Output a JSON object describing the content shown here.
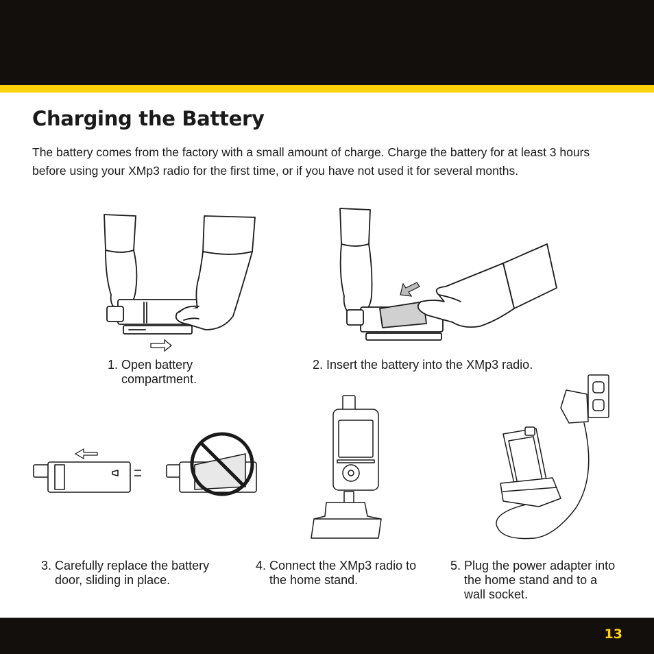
{
  "page": {
    "title": "Charging the Battery",
    "intro": "The battery comes from the factory with a small amount of charge. Charge the battery for at least 3 hours before using your XMp3 radio for the first time, or if you have not used it for several months.",
    "page_number": "13",
    "colors": {
      "band": "#130f0d",
      "accent": "#fcd20a",
      "text": "#1a1a1a"
    }
  },
  "steps": [
    {
      "number": "1.",
      "text": "Open battery compartment."
    },
    {
      "number": "2.",
      "text": "Insert the battery into the XMp3 radio."
    },
    {
      "number": "3.",
      "text": "Carefully replace the battery door, sliding in place."
    },
    {
      "number": "4.",
      "text": "Connect the XMp3 radio to the home stand."
    },
    {
      "number": "5.",
      "text": "Plug the power adapter into the home stand and to a wall socket."
    }
  ],
  "illustrations": [
    {
      "name": "open-compartment-illustration",
      "icon": "hands-opening-battery-door"
    },
    {
      "name": "insert-battery-illustration",
      "icon": "hands-inserting-battery"
    },
    {
      "name": "replace-door-illustration",
      "icon": "battery-door-sliding",
      "note_icon": "prohibited-sign-icon"
    },
    {
      "name": "connect-stand-illustration",
      "icon": "radio-above-home-stand"
    },
    {
      "name": "plug-adapter-illustration",
      "icon": "adapter-wall-socket-stand"
    }
  ]
}
